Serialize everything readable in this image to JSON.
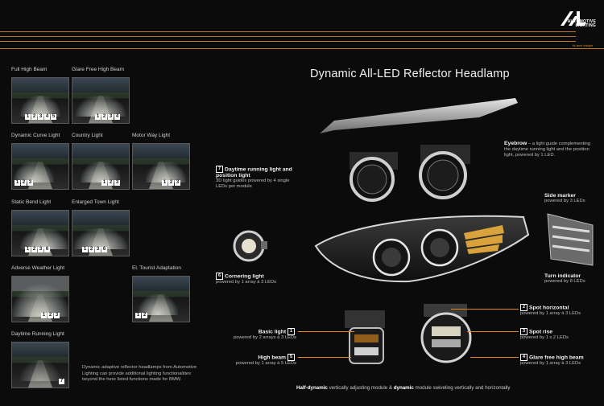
{
  "brand": {
    "line1": "AUTOMOTIVE",
    "line2": "LIGHTING",
    "tagline": "Hi-tech insight"
  },
  "title": "Dynamic All-LED Reflector Headlamp",
  "functions": [
    {
      "label": "Full High Beam",
      "numbers": [
        "1",
        "2",
        "3",
        "4",
        "5"
      ]
    },
    {
      "label": "Glare Free High Beam",
      "numbers": [
        "1",
        "2",
        "3",
        "4"
      ]
    },
    {
      "label": "Dynamic Curve Light",
      "numbers": [
        "1",
        "2",
        "3"
      ]
    },
    {
      "label": "Country Light",
      "numbers": [
        "1",
        "2",
        "3"
      ]
    },
    {
      "label": "Motor Way Light",
      "numbers": [
        "1",
        "2",
        "3"
      ]
    },
    {
      "label": "Static Bend Light",
      "numbers": [
        "1",
        "2",
        "3",
        "6"
      ]
    },
    {
      "label": "Enlarged Town Light",
      "numbers": [
        "1",
        "2",
        "3",
        "6"
      ]
    },
    {
      "label": "Adverse Weather Light",
      "numbers": [
        "1",
        "2",
        "3"
      ]
    },
    {
      "label": "El. Tourist Adaptation",
      "numbers": [
        "1",
        "2"
      ]
    },
    {
      "label": "Daytime Running Light",
      "numbers": [
        "7"
      ]
    }
  ],
  "footnote": "Dynamic adaptive reflector headlamps from Automotive Lighting can provide additional lighting functionalities beyond the here listed functions made for BMW.",
  "callouts": {
    "eyebrow": {
      "title": "Eyebrow",
      "text": " – a light guide complementing the daytime running light and the position light, powered by 1 LED."
    },
    "drl": {
      "num": "7",
      "title": "Daytime running light and position light",
      "text": "3D light guides powered by 4 single LEDs per module"
    },
    "side_marker": {
      "title": "Side marker",
      "text": "powered by 3 LEDs"
    },
    "cornering": {
      "num": "6",
      "title": "Cornering light",
      "text": "powered by 1 array à 3 LEDs"
    },
    "turn": {
      "title": "Turn indicator",
      "text": "powered by 8 LEDs"
    },
    "spot_h": {
      "num": "2",
      "title": "Spot horizontal",
      "text": "powered by 1 array à 3 LEDs"
    },
    "basic": {
      "num": "1",
      "title": "Basic light",
      "text": "powered by 2 arrays à 3 LEDs"
    },
    "spot_r": {
      "num": "3",
      "title": "Spot rise",
      "text": "powered by 1 x 2 LEDs"
    },
    "high": {
      "num": "5",
      "title": "High beam",
      "text": "powered by 1 array à 5 LEDs"
    },
    "glare": {
      "num": "4",
      "title": "Glare free high beam",
      "text": "powered by 1 array à 3 LEDs"
    }
  },
  "bottom": {
    "b1": "Half-dynamic",
    "t1": " vertically adjusting module & ",
    "b2": "dynamic",
    "t2": " module swiveling vertically and horizontally"
  },
  "colors": {
    "accent": "#e08a1e",
    "background": "#0b0b0b"
  }
}
